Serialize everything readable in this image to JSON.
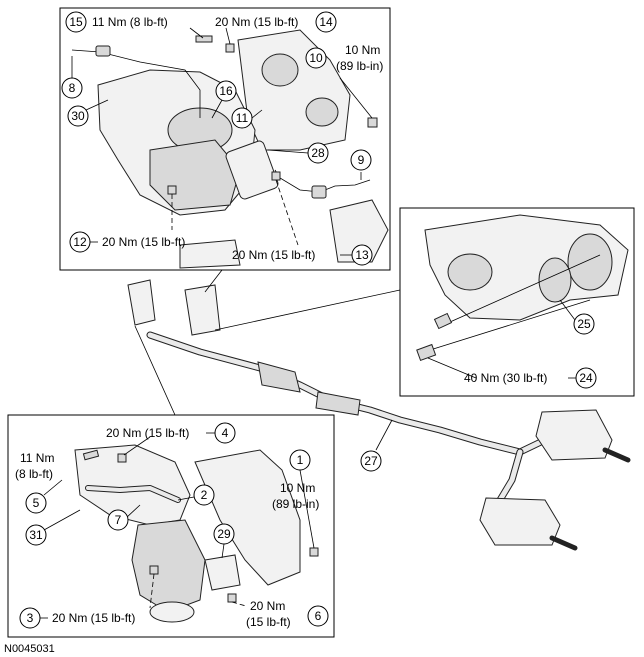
{
  "figure_id": "N0045031",
  "callouts": {
    "c1": "1",
    "c2": "2",
    "c3": "3",
    "c4": "4",
    "c5": "5",
    "c6": "6",
    "c7": "7",
    "c8": "8",
    "c9": "9",
    "c10": "10",
    "c11": "11",
    "c12": "12",
    "c13": "13",
    "c14": "14",
    "c15": "15",
    "c16": "16",
    "c24": "24",
    "c25": "25",
    "c27": "27",
    "c28": "28",
    "c29": "29",
    "c30": "30",
    "c31": "31"
  },
  "torque": {
    "t15": "11 Nm (8 lb-ft)",
    "t14": "20 Nm (15 lb-ft)",
    "t10a": "10 Nm",
    "t10b": "(89 lb-in)",
    "t12": "20 Nm (15 lb-ft)",
    "t13": "20 Nm (15 lb-ft)",
    "t24": "40 Nm (30 lb-ft)",
    "t4": "20 Nm (15 lb-ft)",
    "t5a": "11 Nm",
    "t5b": "(8 lb-ft)",
    "t1a": "10 Nm",
    "t1b": "(89 lb-in)",
    "t3": "20 Nm (15 lb-ft)",
    "t6a": "20 Nm",
    "t6b": "(15 lb-ft)"
  }
}
